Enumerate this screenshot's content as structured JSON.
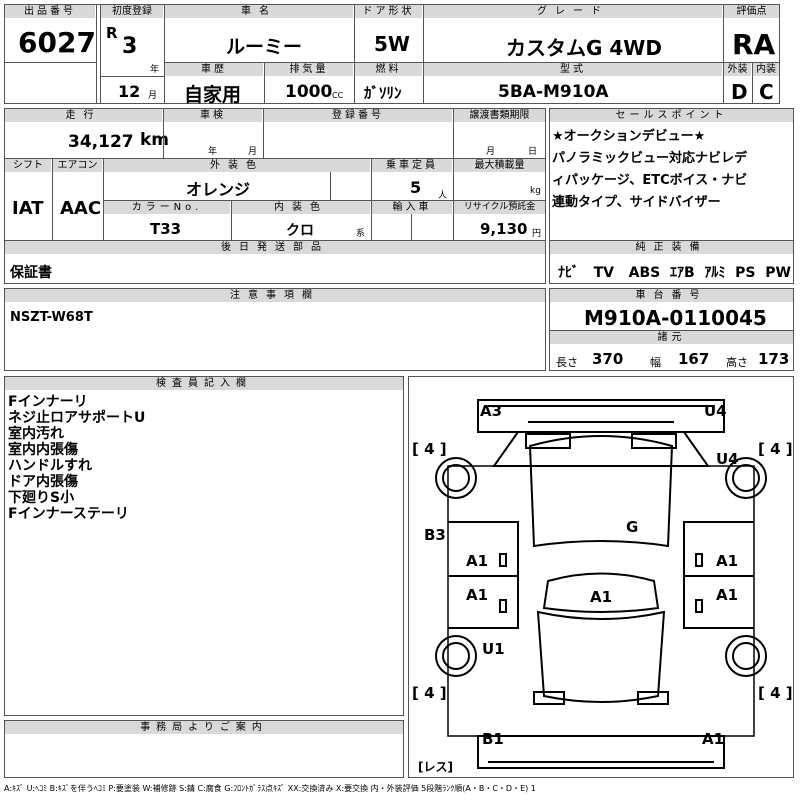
{
  "header": {
    "lot_no_label": "出品番号",
    "lot_no": "6027",
    "first_reg_label": "初度登録",
    "era": "R",
    "year_num": "3",
    "year_unit": "年",
    "month_num": "12",
    "month_unit": "月",
    "car_name_label": "車名",
    "car_name": "ルーミー",
    "door_label": "ドア形状",
    "door": "5W",
    "grade_label": "グレード",
    "grade": "カスタムG 4WD",
    "score_label": "評価点",
    "score": "RA",
    "history_label": "車歴",
    "history": "自家用",
    "displacement_label": "排気量",
    "displacement": "1000",
    "displacement_unit": "CC",
    "fuel_label": "燃料",
    "fuel": "ｶﾞｿﾘﾝ",
    "model_label": "型式",
    "model": "5BA-M910A",
    "exterior_label": "外装",
    "exterior": "D",
    "interior_label": "内装",
    "interior": "C"
  },
  "mid": {
    "mileage_label": "走行",
    "mileage": "34,127",
    "mileage_unit": "km",
    "inspection_label": "車検",
    "insp_year_unit": "年",
    "insp_month_unit": "月",
    "regno_label": "登録番号",
    "transfer_label": "譲渡書類期限",
    "transfer_month_unit": "月",
    "transfer_day_unit": "日",
    "shift_label": "シフト",
    "shift": "IAT",
    "ac_label": "エアコン",
    "ac": "AAC",
    "ext_color_label": "外装色",
    "ext_color": "オレンジ",
    "capacity_label": "乗車定員",
    "capacity": "5",
    "capacity_unit": "人",
    "max_load_label": "最大積載量",
    "max_load_unit": "kg",
    "color_no_label": "カラーNo.",
    "color_no": "T33",
    "int_color_label": "内装色",
    "int_color": "クロ",
    "int_color_unit": "系",
    "import_label": "輸入車",
    "recycle_label": "リサイクル預託金",
    "recycle": "9,130",
    "recycle_unit": "円",
    "accessories_label": "後日発送部品",
    "accessories": "保証書"
  },
  "sales": {
    "label": "セールスポイント",
    "lines": [
      "★オークションデビュー★",
      "パノラミックビュー対応ナビレデ",
      "ィパッケージ、ETCボイス・ナビ",
      "連動タイプ、サイドバイザー"
    ]
  },
  "equipment": {
    "label": "純正装備",
    "items": [
      "ﾅﾋﾞ",
      "TV",
      "ABS",
      "ｴｱB",
      "ｱﾙﾐ",
      "PS",
      "PW"
    ]
  },
  "caution": {
    "label": "注意事項欄",
    "text": "NSZT-W68T"
  },
  "chassis": {
    "label": "車台番号",
    "number": "M910A-0110045",
    "spec_label": "諸元",
    "length_label": "長さ",
    "length": "370",
    "width_label": "幅",
    "width": "167",
    "height_label": "高さ",
    "height": "173"
  },
  "inspector": {
    "label": "検査員記入欄",
    "notes": [
      "Fインナーリ",
      "ネジ止ロアサポートU",
      "室内汚れ",
      "室内内張傷",
      "ハンドルすれ",
      "ドア内張傷",
      "下廻りS小",
      "Fインナーステーリ"
    ]
  },
  "office": {
    "label": "事務局よりご案内"
  },
  "diagram": {
    "marks": {
      "a3": "A3",
      "u4_top": "U4",
      "u4_right": "U4",
      "b3": "B3",
      "g": "G",
      "a1_lf": "A1",
      "a1_rf": "A1",
      "a1_lr": "A1",
      "a1_rr": "A1",
      "a1_center": "A1",
      "u1": "U1",
      "b1": "B1",
      "a1_bottom": "A1"
    },
    "tires": {
      "fl": "4",
      "fr": "4",
      "rl": "4",
      "rr": "4"
    },
    "spare": "レス"
  },
  "legend": "A:ｷｽﾞ U:ﾍｺﾐ B:ｷｽﾞを伴うﾍｺﾐ P:要塗装 W:補修跡 S:錆 C:腐食 G:ﾌﾛﾝﾄｶﾞﾗｽ点ｷｽﾞ XX:交換済み X:要交換 内・外装評価 5段階ﾗﾝｸ順(A・B・C・D・E) 1"
}
